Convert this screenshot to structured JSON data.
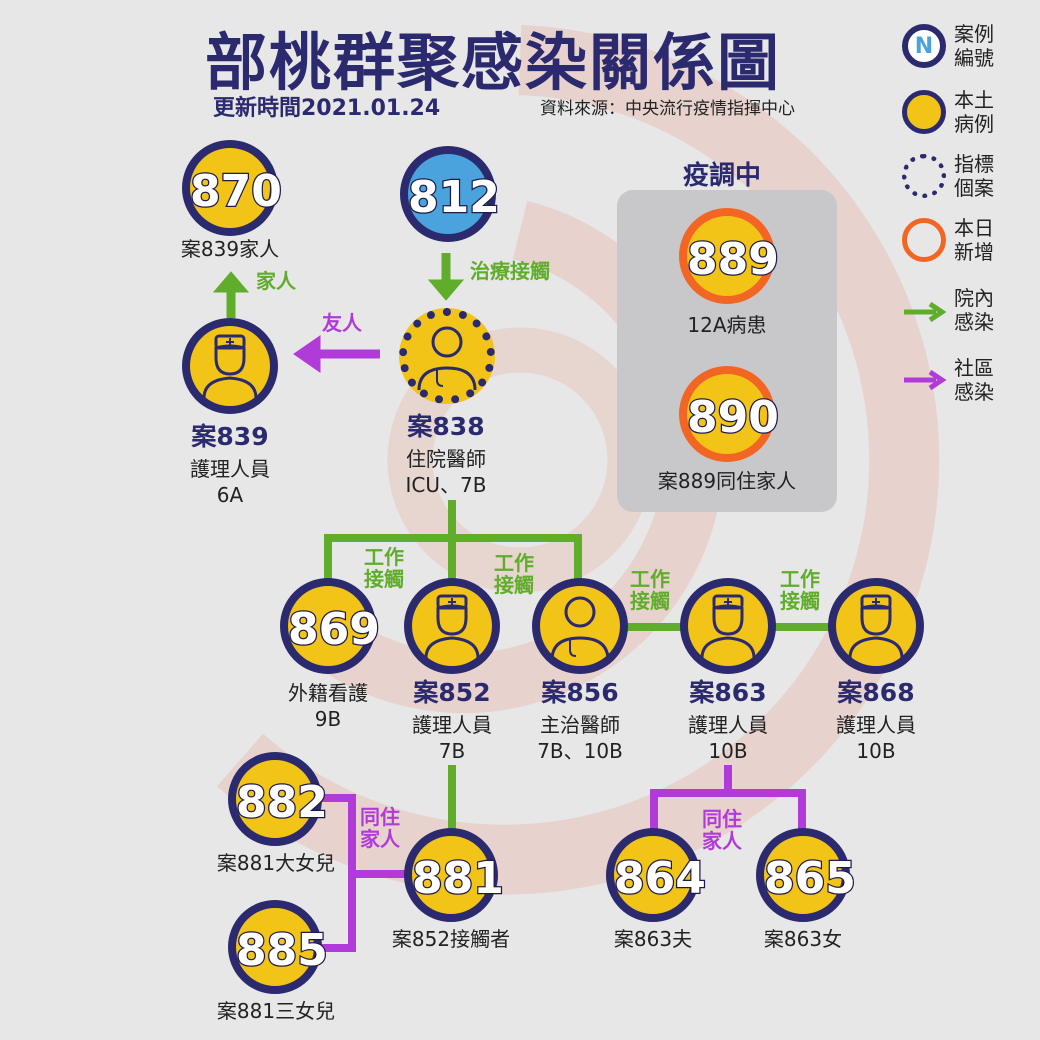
{
  "header": {
    "title": "部桃群聚感染關係圖",
    "updated": "更新時間2021.01.24",
    "source": "資料來源：中央流行疫情指揮中心"
  },
  "legend": {
    "case_number": {
      "icon": "N",
      "label_1": "案例",
      "label_2": "編號"
    },
    "local": {
      "label_1": "本土",
      "label_2": "病例"
    },
    "index": {
      "label_1": "指標",
      "label_2": "個案"
    },
    "new_today": {
      "label_1": "本日",
      "label_2": "新增"
    },
    "hospital": {
      "label_1": "院內",
      "label_2": "感染"
    },
    "community": {
      "label_1": "社區",
      "label_2": "感染"
    }
  },
  "investigating": {
    "title": "疫調中",
    "c889": {
      "num": "889",
      "label": "12A病患"
    },
    "c890": {
      "num": "890",
      "label": "案889同住家人"
    }
  },
  "cases": {
    "c870": {
      "num": "870",
      "label": "案839家人"
    },
    "c812": {
      "num": "812"
    },
    "c839": {
      "name": "案839",
      "l1": "護理人員",
      "l2": "6A"
    },
    "c838": {
      "name": "案838",
      "l1": "住院醫師",
      "l2": "ICU、7B"
    },
    "c869": {
      "num": "869",
      "l1": "外籍看護",
      "l2": "9B"
    },
    "c852": {
      "name": "案852",
      "l1": "護理人員",
      "l2": "7B"
    },
    "c856": {
      "name": "案856",
      "l1": "主治醫師",
      "l2": "7B、10B"
    },
    "c863": {
      "name": "案863",
      "l1": "護理人員",
      "l2": "10B"
    },
    "c868": {
      "name": "案868",
      "l1": "護理人員",
      "l2": "10B"
    },
    "c882": {
      "num": "882",
      "label": "案881大女兒"
    },
    "c885": {
      "num": "885",
      "label": "案881三女兒"
    },
    "c881": {
      "num": "881",
      "label": "案852接觸者"
    },
    "c864": {
      "num": "864",
      "label": "案863夫"
    },
    "c865": {
      "num": "865",
      "label": "案863女"
    }
  },
  "edges": {
    "family": "家人",
    "friend": "友人",
    "treatment": "治療接觸",
    "work": "工作",
    "contact": "接觸",
    "cohab": "同住",
    "family2": "家人"
  },
  "colors": {
    "navy": "#2c2a6e",
    "yellow": "#f2c417",
    "blue": "#4aa3dc",
    "orange": "#f26522",
    "green": "#5fad2a",
    "purple": "#b13bd9"
  }
}
